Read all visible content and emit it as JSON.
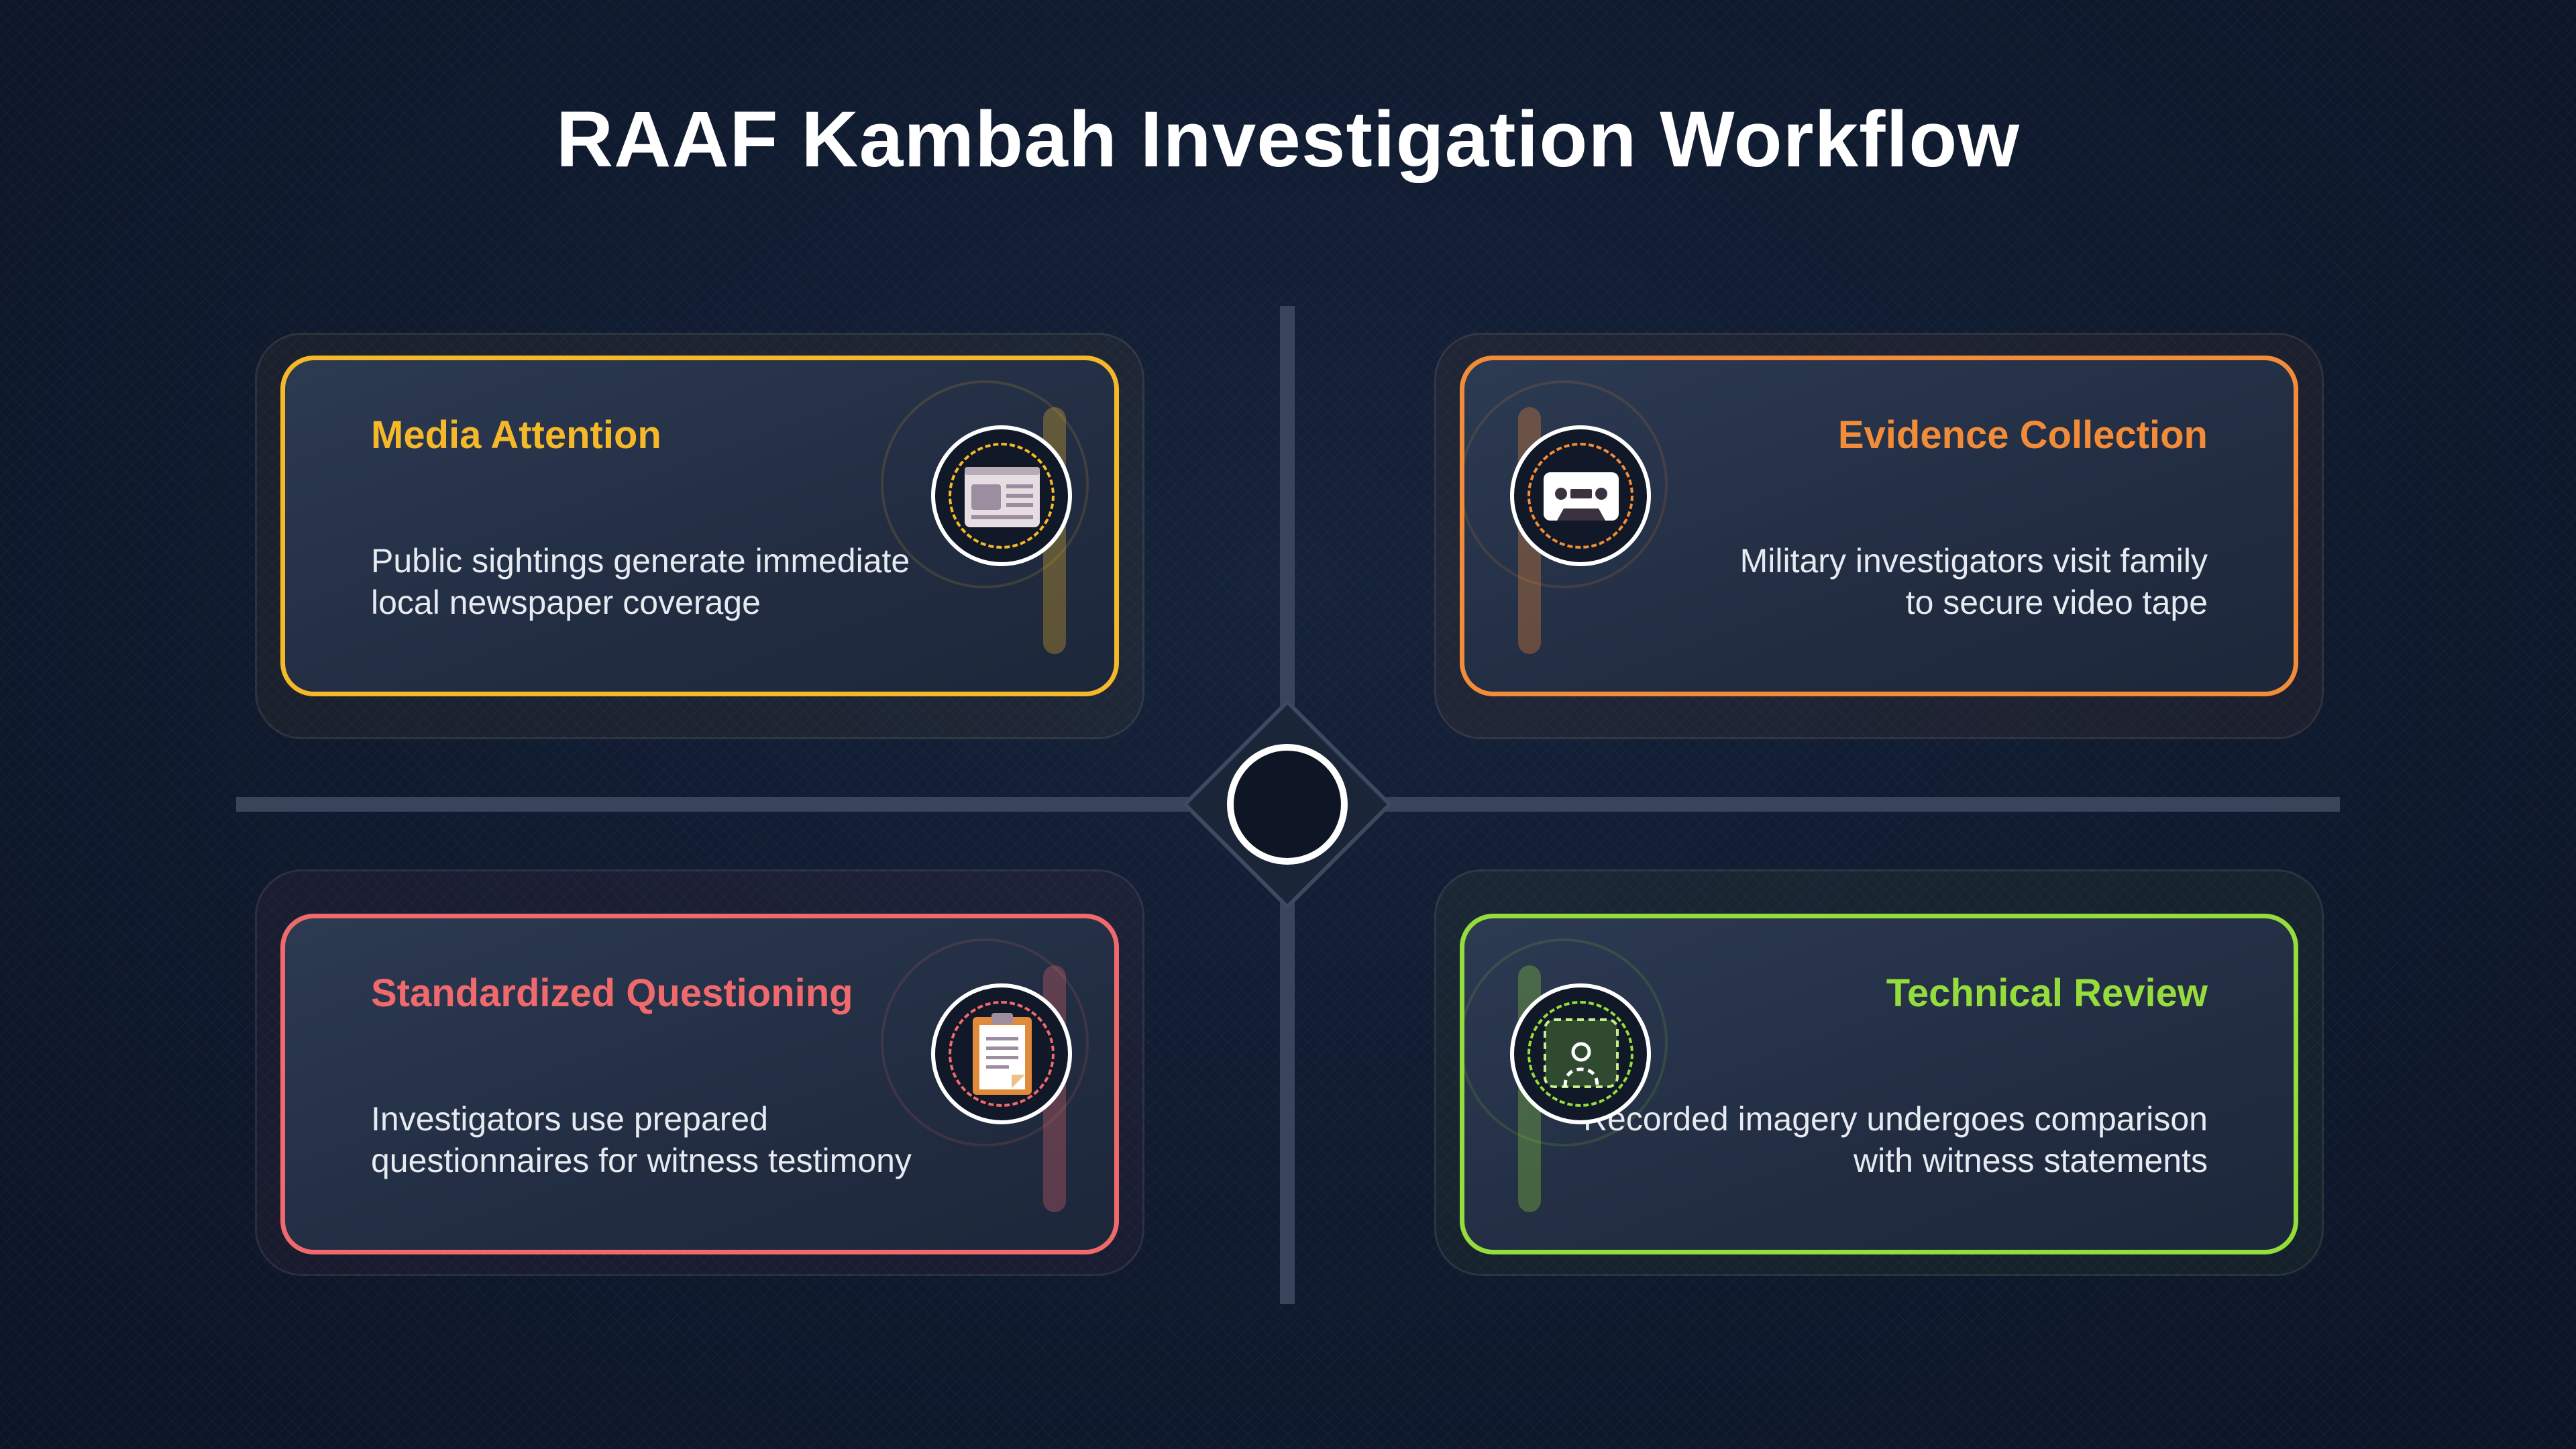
{
  "title": "RAAF Kambah Investigation Workflow",
  "colors": {
    "media": "#f5b829",
    "evidence": "#f28c38",
    "questioning": "#f0696c",
    "technical": "#95dd3c"
  },
  "steps": [
    {
      "title": "Media Attention",
      "desc_line1": "Public sightings generate immediate",
      "desc_line2": "local newspaper coverage",
      "icon": "newspaper-icon"
    },
    {
      "title": "Evidence Collection",
      "desc_line1": "Military investigators visit family",
      "desc_line2": "to secure video tape",
      "icon": "cassette-tape-icon"
    },
    {
      "title": "Standardized Questioning",
      "desc_line1": "Investigators use prepared",
      "desc_line2": "questionnaires for witness testimony",
      "icon": "clipboard-icon"
    },
    {
      "title": "Technical Review",
      "desc_line1": "Recorded imagery undergoes comparison",
      "desc_line2": "with witness statements",
      "icon": "image-review-icon"
    }
  ]
}
